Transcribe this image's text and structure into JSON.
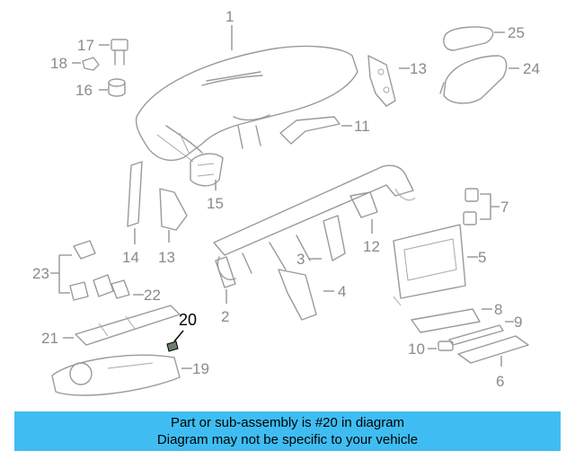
{
  "callouts": {
    "c1": "1",
    "c2": "2",
    "c3": "3",
    "c4": "4",
    "c5": "5",
    "c6": "6",
    "c7": "7",
    "c8": "8",
    "c9": "9",
    "c10": "10",
    "c11": "11",
    "c12": "12",
    "c13a": "13",
    "c13b": "13",
    "c14": "14",
    "c15": "15",
    "c16": "16",
    "c17": "17",
    "c18": "18",
    "c19": "19",
    "c20": "20",
    "c21": "21",
    "c22": "22",
    "c23": "23",
    "c24": "24",
    "c25": "25"
  },
  "highlighted_part": "20",
  "banner": {
    "line1": "Part or sub-assembly is #20 in diagram",
    "line2": "Diagram may not be specific to your vehicle",
    "background": "#3fbdf2"
  },
  "colors": {
    "line_art": "#9a9a9a",
    "highlight": "#000000"
  }
}
